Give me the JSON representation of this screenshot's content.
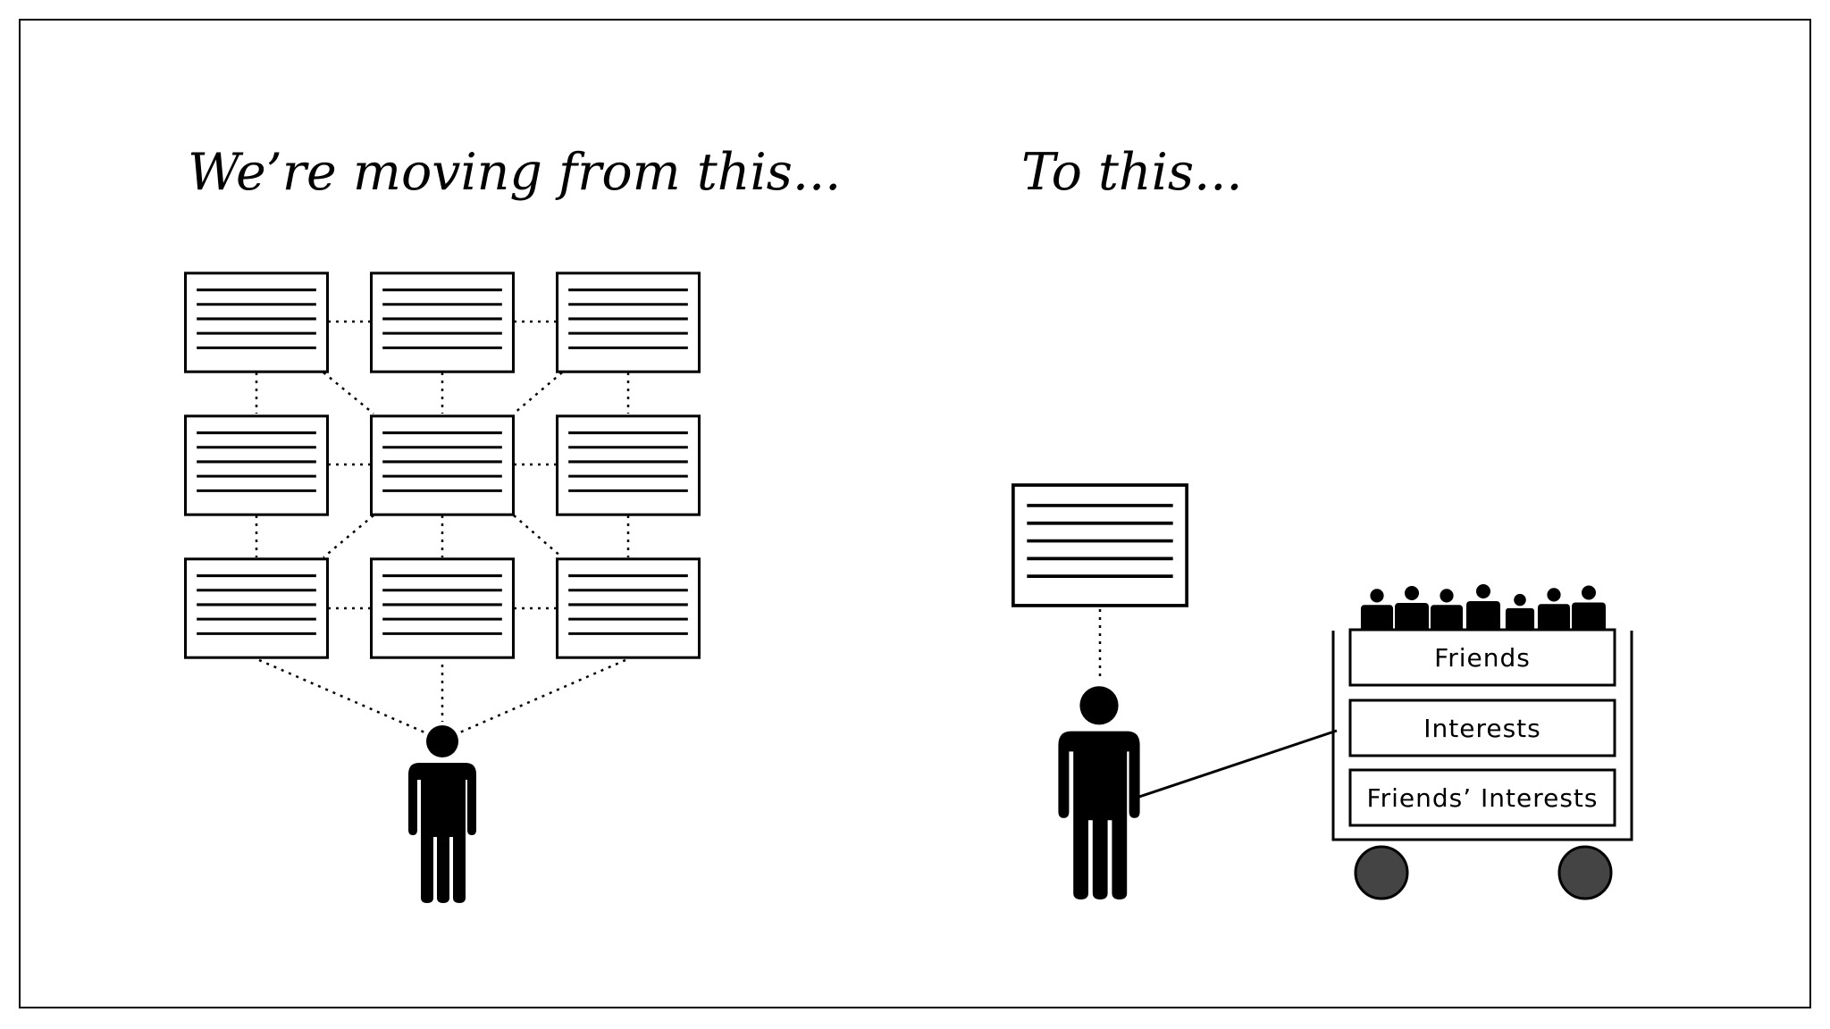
{
  "left_panel": {
    "heading": "We’re moving from this..."
  },
  "right_panel": {
    "heading": "To this...",
    "cart_shelves": [
      "Friends",
      "Interests",
      "Friends’ Interests"
    ]
  },
  "icons": {
    "document": "document-icon",
    "person": "person-icon",
    "cart": "shopping-cart-icon"
  },
  "colors": {
    "ink": "#000000",
    "wheel": "#444444",
    "background": "#ffffff"
  }
}
